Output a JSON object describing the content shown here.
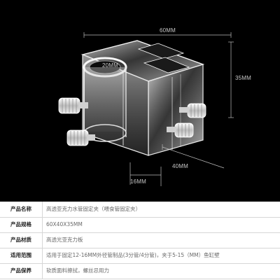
{
  "dimensions": {
    "width": "60MM",
    "height": "35MM",
    "depth": "40MM",
    "pipe_diameter": "20MM",
    "wall": "16MM"
  },
  "spec_table": {
    "rows": [
      {
        "label": "产品名称",
        "value": "高透亚克力水管固定夹（喂食管固定夹）"
      },
      {
        "label": "产品规格",
        "value": "60X40X35MM"
      },
      {
        "label": "产品材质",
        "value": "高透光亚克力板"
      },
      {
        "label": "适用范围",
        "value": "适用于固定12-16MM外径管制品(3分管/4分管)，夹于5-15（MM）鱼缸壁"
      },
      {
        "label": "产品保养",
        "value": "软质面料擦拭，螺丝忌用力"
      }
    ]
  },
  "colors": {
    "photo_background": "#000000",
    "table_border": "#d6d6d6",
    "label_text": "#1f1f1f",
    "value_text": "#6a6a6a"
  }
}
